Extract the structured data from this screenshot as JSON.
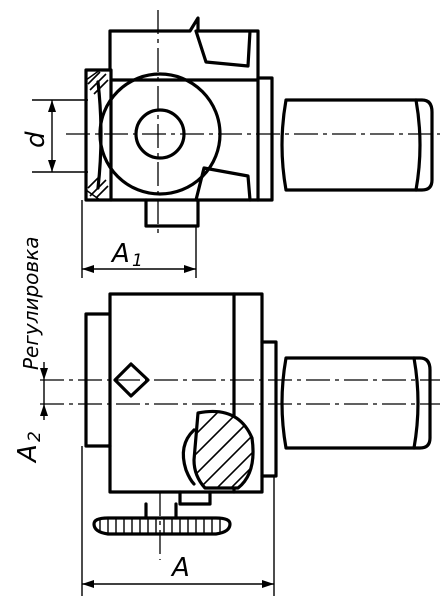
{
  "labels": {
    "d": "d",
    "a1": "A",
    "a1_sub": "1",
    "a2": "A",
    "a2_sub": "2",
    "a": "A",
    "regulation": "Регулировка"
  }
}
